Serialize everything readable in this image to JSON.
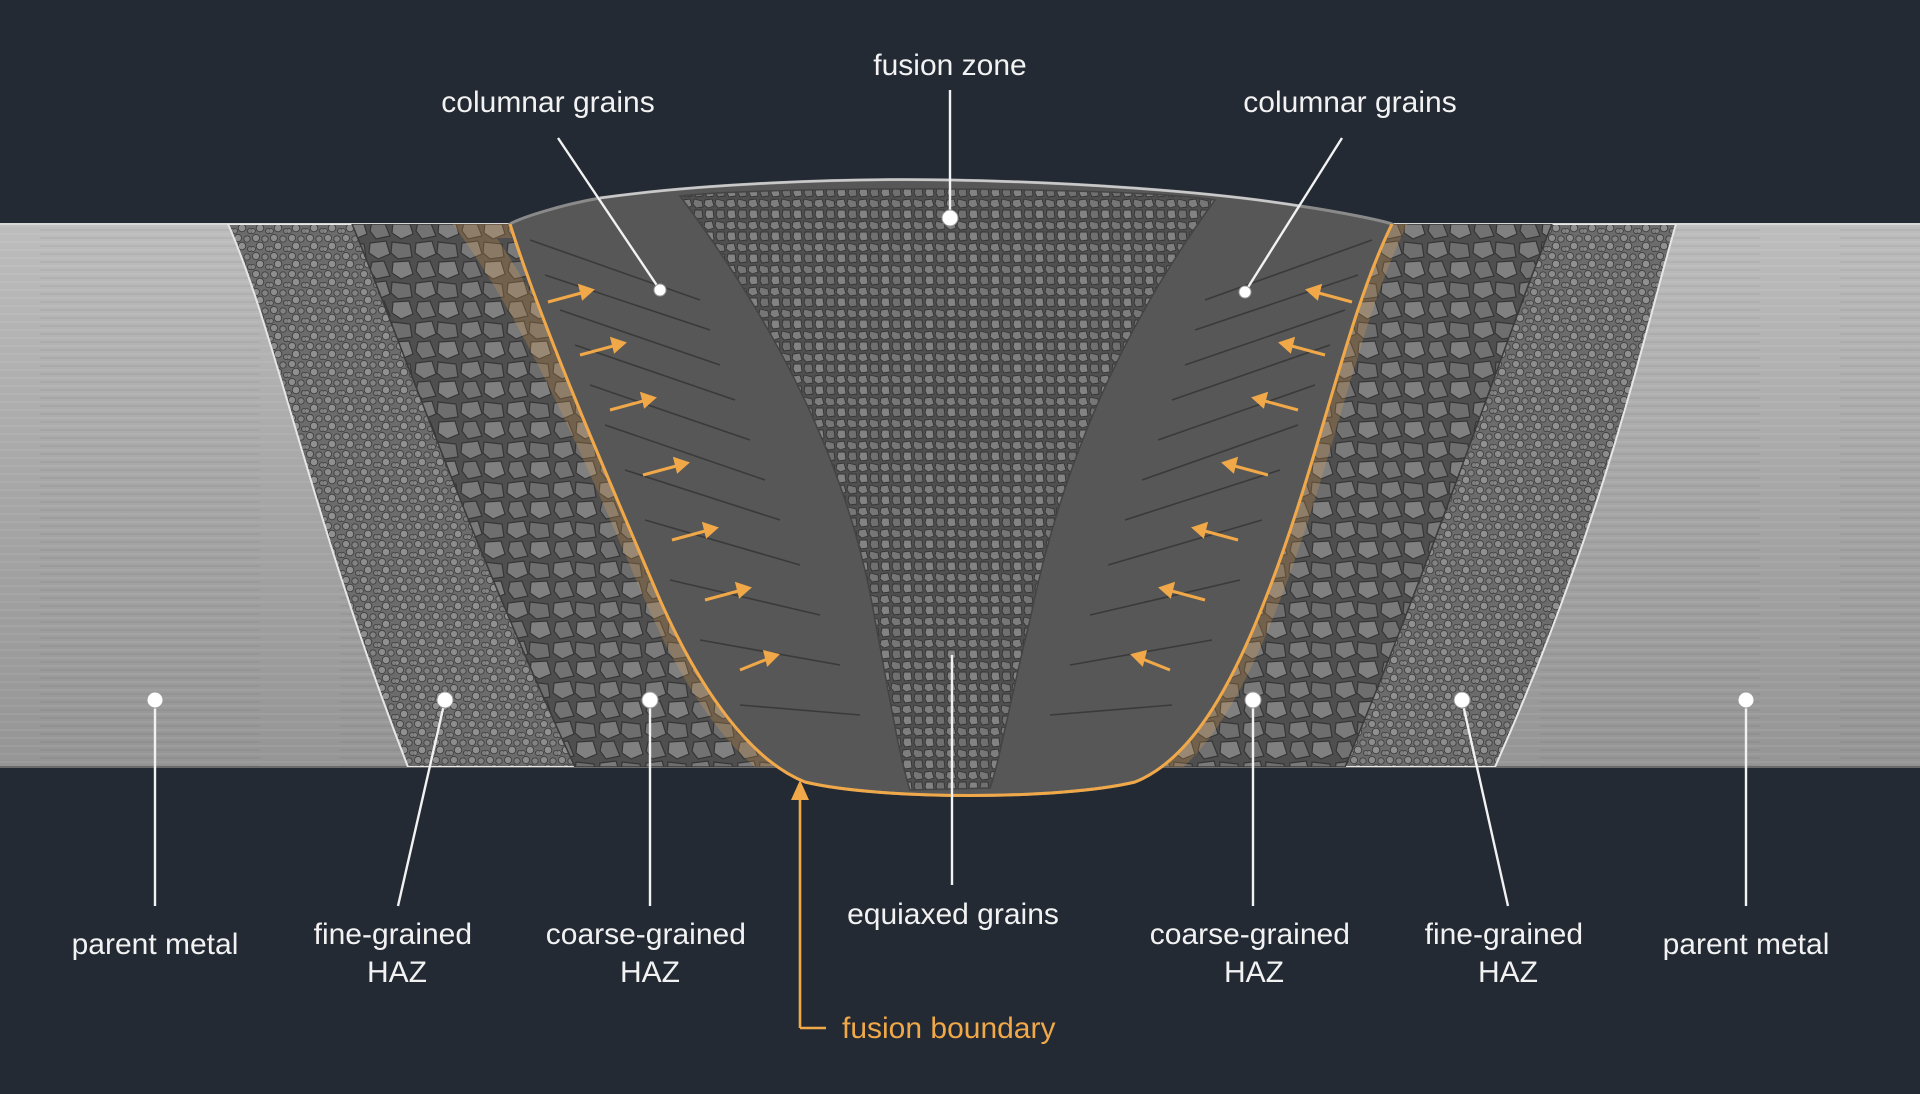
{
  "labels": {
    "fusion_zone": "fusion zone",
    "columnar_grains_left": "columnar grains",
    "columnar_grains_right": "columnar grains",
    "parent_metal_left": "parent metal",
    "parent_metal_right": "parent metal",
    "fine_haz_left": [
      "fine-grained",
      "HAZ"
    ],
    "fine_haz_right": [
      "fine-grained",
      "HAZ"
    ],
    "coarse_haz_left": [
      "coarse-grained",
      "HAZ"
    ],
    "coarse_haz_right": [
      "coarse-grained",
      "HAZ"
    ],
    "equiaxed_grains": "equiaxed grains",
    "fusion_boundary": "fusion boundary"
  },
  "colors": {
    "background": "#232a34",
    "parent_metal": "#a9a9a9",
    "fine_haz": "#6e6e6e",
    "coarse_haz": "#5c5c5c",
    "columnar_zone": "#565656",
    "equiaxed_zone": "#5f5f5f",
    "fusion_boundary": "#f0a848",
    "label_text": "#f2f2f2"
  }
}
